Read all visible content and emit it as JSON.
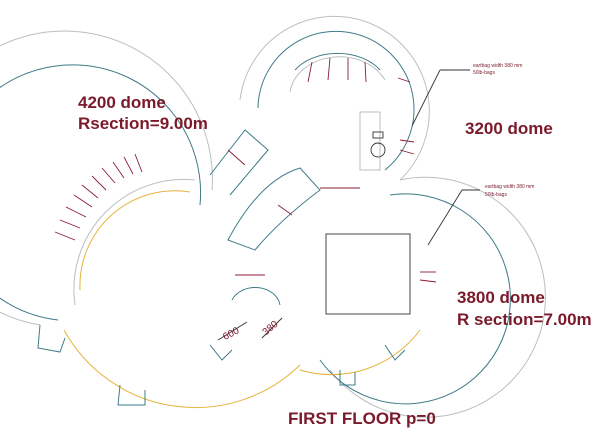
{
  "labels": {
    "dome_large_title": "4200 dome",
    "dome_large_section": "Rsection=9.00m",
    "dome_small_title": "3200 dome",
    "dome_medium_title": "3800 dome",
    "dome_medium_section": "R section=7.00m",
    "floor_title": "FIRST FLOOR p=0",
    "note_top": [
      "eartbag width 380 mm",
      "50lb-bags"
    ],
    "note_mid": [
      "eartbag width 380 mm",
      "50lb-bags"
    ],
    "dim_600": "600",
    "dim_380": "380"
  },
  "colors": {
    "label_text": "#7a1a2a",
    "outer_wall": "#b9bfc3",
    "inner_wall": "#3f7b88",
    "earthbag": "#8b1d32",
    "foundation_line": "#e6b23a"
  }
}
